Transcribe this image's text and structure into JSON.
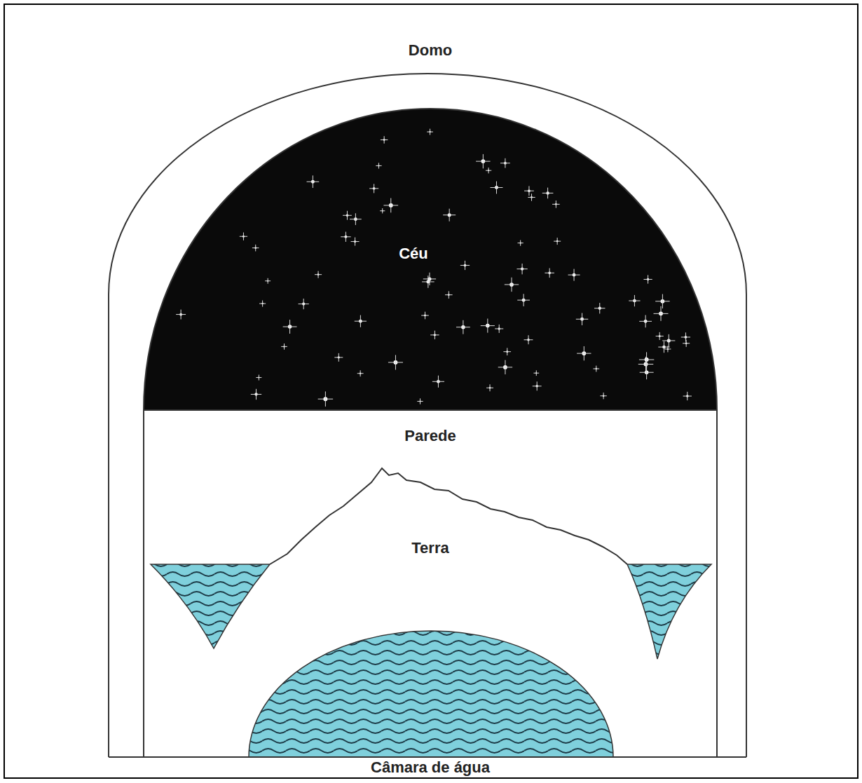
{
  "diagram": {
    "labels": [
      "Domo",
      "Céu",
      "Parede",
      "Terra",
      "Câmara de água"
    ]
  }
}
